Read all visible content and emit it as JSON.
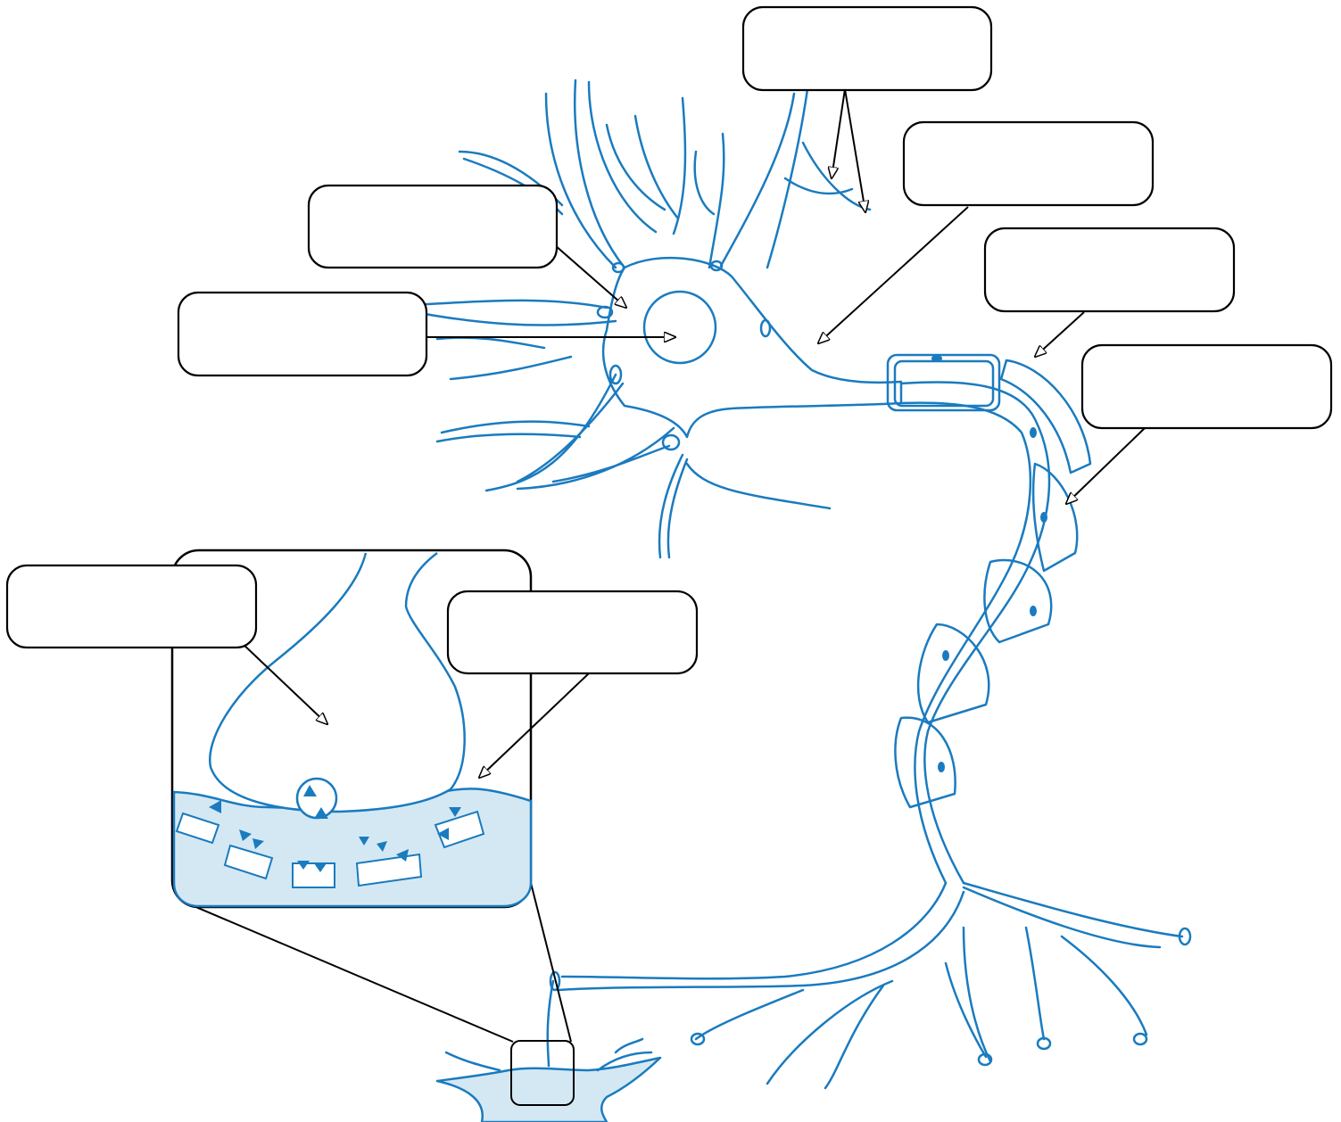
{
  "diagram": {
    "colors": {
      "neuron_stroke": "#1a7bbf",
      "fill_light": "#d4e8f4",
      "vesicle_fill": "#1a7bbf",
      "outline": "#000000",
      "background": "#ffffff"
    },
    "label_boxes": [
      {
        "id": "top",
        "text": ""
      },
      {
        "id": "upper-left",
        "text": ""
      },
      {
        "id": "left",
        "text": ""
      },
      {
        "id": "right-1",
        "text": ""
      },
      {
        "id": "right-2",
        "text": ""
      },
      {
        "id": "right-3",
        "text": ""
      },
      {
        "id": "inset-left",
        "text": ""
      },
      {
        "id": "inset-right",
        "text": ""
      }
    ]
  }
}
